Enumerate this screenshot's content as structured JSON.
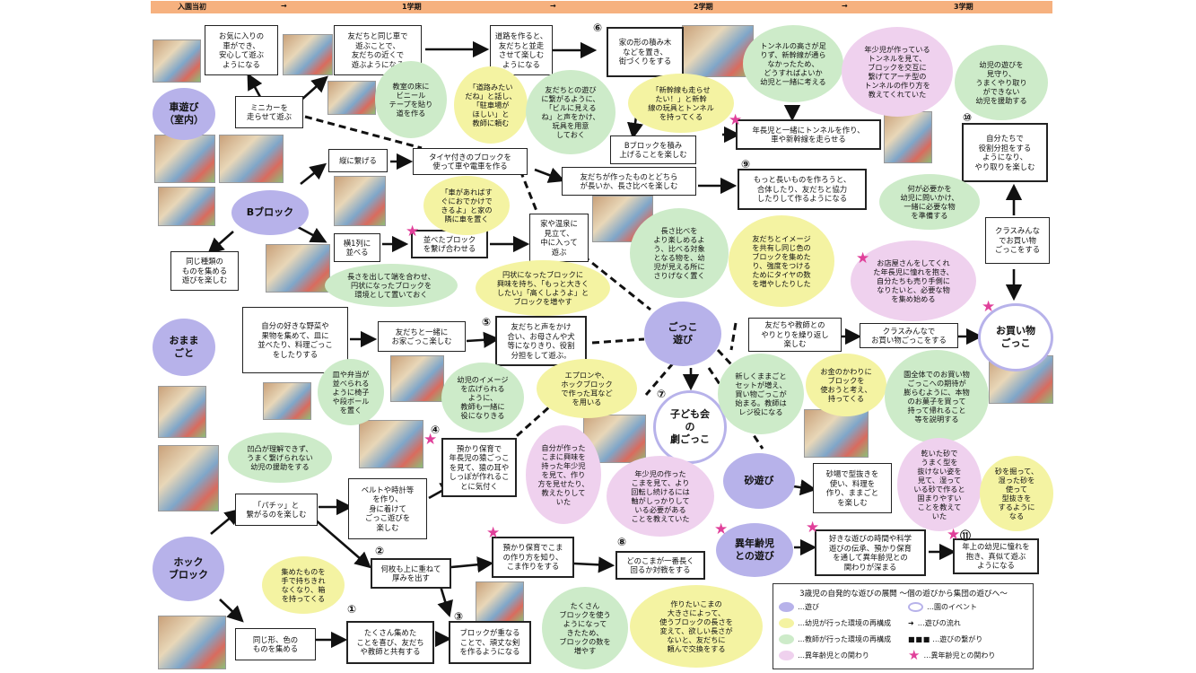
{
  "timeline": {
    "labels": [
      "入園当初",
      "→",
      "1学期",
      "→",
      "2学期",
      "→",
      "3学期"
    ]
  },
  "categories": {
    "car_play": "車遊び\n（室内）",
    "b_block": "Bブロック",
    "house_play": "おまま\nごと",
    "hock_block": "ホック\nブロック",
    "pretend_play": "ごっこ\n遊び",
    "sand_play": "砂遊び",
    "mixed_age": "異年齢児\nとの遊び"
  },
  "events": {
    "kids_theater": "子ども会\nの\n劇ごっこ",
    "shop_play": "お買い物\nごっこ"
  },
  "nums": [
    "①",
    "②",
    "③",
    "④",
    "⑤",
    "⑥",
    "⑦",
    "⑧",
    "⑨",
    "⑩",
    "⑪"
  ],
  "boxes": {
    "b1": "お気に入りの\n車ができ、\n安心して遊ぶ\nようになる",
    "b2": "友だちと同じ車で\n遊ぶことで、\n友だちの近くで\n遊ぶようになる",
    "b3": "道路を作ると、\n友だちと並走\nさせて楽しむ\nようになる",
    "b4": "家の形の積み木\nなどを置き、\n街づくりをする",
    "b5": "ミニカーを\n走らせて遊ぶ",
    "b6": "年長児と一緒にトンネルを作り、\n車や新幹線を走らせる",
    "b7": "Bブロックを積み\n上げることを楽しむ",
    "b8": "縦に繋げる",
    "b9": "タイヤ付きのブロックを\n使って車や電車を作る",
    "b10": "友だちが作ったものとどちら\nが長いか、長さ比べを楽しむ",
    "b11": "もっと長いものを作ろうと、\n合体したり、友だちと協力\nしたりして作るようになる",
    "b12": "自分たちで\n役割分担をする\nようになり、\nやり取りを楽しむ",
    "b13": "同じ種類の\nものを集める\n遊びを楽しむ",
    "b14": "横1列に\n並べる",
    "b15": "並べたブロック\nを繋げ合わせる",
    "b16": "家や温泉に\n見立て、\n中に入って\n遊ぶ",
    "b17": "クラスみんな\nでお買い物\nごっこをする",
    "b18": "自分の好きな野菜や\n果物を集めて、皿に\n並べたり、料理ごっこ\nをしたりする",
    "b19": "友だちと一緒に\nお家ごっこ楽しむ",
    "b20": "友だちと声をかけ\n合い、お母さんや犬\n等になりきり、役割\n分担をして遊ぶ。",
    "b21": "友だちや教師との\nやりとりを繰り返し\n楽しむ",
    "b22": "クラスみんなで\nお買い物ごっこをする",
    "b23": "預かり保育で\n年長児の猿ごっこ\nを見て、猿の耳や\nしっぽが作れるこ\nとに気付く",
    "b24": "ベルトや時計等\nを作り、\n身に着けて\nごっこ遊びを\n楽しむ",
    "b25": "「パチッ」と\n繋がるのを楽しむ",
    "b26": "砂場で型抜きを\n使い、料理を\n作り、ままごと\nを楽しむ",
    "b27": "何枚も上に重ねて\n厚みを出す",
    "b28": "預かり保育でこま\nの作り方を知り、\nこま作りをする",
    "b29": "どのこまが一番長く\n回るか対戦をする",
    "b30": "好きな遊びの時間や科学\n遊びの伝承、預かり保育\nを通して異年齢児との\n関わりが深まる",
    "b31": "年上の幼児に憧れを\n抱き、真似て遊ぶ\nようになる",
    "b32": "同じ形、色の\nものを集める",
    "b33": "たくさん集めた\nことを喜び、友だち\nや教師と共有する",
    "b34": "ブロックが重なる\nことで、頑丈な剣\nを作るようになる"
  },
  "bubbles": {
    "u1": "教室の床に\nビニール\nテープを貼り\n道を作る",
    "u2": "「道路みたい\nだね」と話し、\n「駐車場が\nほしい」と\n教師に頼む",
    "u3": "友だちとの遊び\nに繋がるように、\n「ビルに見える\nね」と声をかけ、\n玩具を用意\nしておく",
    "u4": "「新幹線も走らせ\nたい！」と新幹\n線の玩具とトンネル\nを持ってくる",
    "u5": "トンネルの高さが足\nりず、新幹線が通ら\nなかったため、\nどうすればよいか\n幼児と一緒に考える",
    "u6": "年少児が作っている\nトンネルを見て、\nブロックを交互に\n繋げてアーチ型の\nトンネルの作り方を\n教えてくれていた",
    "u7": "幼児の遊びを\n見守り、\nうまくやり取り\nができない\n幼児を援助する",
    "u8": "「車があればす\nぐにおでかけで\nきるよ」と家の\n隣に車を置く",
    "u9": "長さ比べを\nより楽しめるよ\nう、比べる対象\nとなる物を、幼\n児が見える所に\nさりげなく置く",
    "u10": "友だちとイメージ\nを共有し同じ色の\nブロックを集めた\nり、強度をつける\nためにタイヤの数\nを増やしたりした",
    "u11": "何が必要かを\n幼児に問いかけ、\n一緒に必要な物\nを準備する",
    "u12": "お店屋さんをしてくれ\nた年長児に憧れを抱き、\n自分たちも売り手側に\nなりたいと、必要な物\nを集め始める",
    "u13": "長さを出して端を合わせ、\n円状になったブロックを\n環境として置いておく",
    "u14": "円状になったブロックに\n興味を持ち、「もっと大きく\nしたい」「高くしようよ」と\nブロックを増やす",
    "u15": "皿や弁当が\n並べられる\nように椅子\nや段ボール\nを置く",
    "u16": "幼児のイメージ\nを広げられる\nように、\n教師も一緒に\n役になりきる",
    "u17": "エプロンや、\nホックブロック\nで作った耳など\nを用いる",
    "u18": "新しくままごと\nセットが増え、\n買い物ごっこが\n始まる。教師は\nレジ役になる",
    "u19": "お金のかわりに\nブロックを\n使おうと考え、\n持ってくる",
    "u20": "園全体でのお買い物\nごっこへの期待が\n膨らむように、本物\nのお菓子を買って\n持って帰れること\n等を説明する",
    "u21": "自分が作った\nこまに興味を\n持った年少児\nを見て、作り\n方を見せたり、\n教えたりして\nいた",
    "u22": "凹凸が理解できず、\nうまく繋げられない\n幼児の援助をする",
    "u23": "年少児の作った\nこまを見て、より\n回転し続けるには\n軸がしっかりして\nいる必要がある\nことを教えていた",
    "u24": "乾いた砂で\nうまく型を\n抜けない姿を\n見て、湿って\nいる砂で作ると\n固まりやすい\nことを教えて\nいた",
    "u25": "砂を掘って、\n湿った砂を\n使って\n型抜きを\nするように\nなる",
    "u26": "集めたものを\n手で持ちきれ\nなくなり、箱\nを持ってくる",
    "u27": "たくさん\nブロックを使う\nようになって\nきたため、\nブロックの数を\n増やす",
    "u28": "作りたいこまの\n大きさによって、\n使うブロックの長さを\n変えて、欲しい長さが\nないと、友だちに\n頼んで交換をする"
  },
  "legend": {
    "title": "3歳児の自発的な遊びの展開 〜個の遊びから集団の遊びへ〜",
    "items": [
      "…遊び",
      "…園のイベント",
      "…幼児が行った環境の再構成",
      "…遊びの流れ",
      "…教師が行った環境の再構成",
      "…遊びの繋がり",
      "…異年齢児との関わり",
      "…異年齢児との関わり"
    ]
  }
}
